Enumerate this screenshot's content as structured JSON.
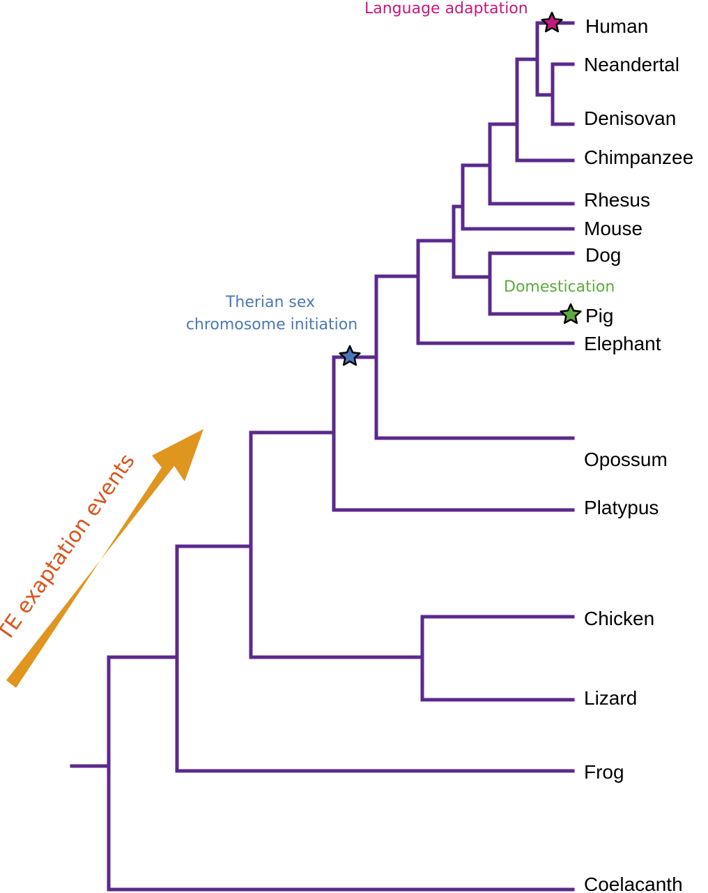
{
  "colors": {
    "branch": "#5B2A8C",
    "arrow": "#E0951E",
    "arrow_label": "#D9541E",
    "language": "#C8177E",
    "therian": "#4A78B8",
    "domestication": "#5EAA3F",
    "star_outline": "#000000"
  },
  "taxa": {
    "human": "Human",
    "neandertal": "Neandertal",
    "denisovan": "Denisovan",
    "chimpanzee": "Chimpanzee",
    "rhesus": "Rhesus",
    "mouse": "Mouse",
    "dog": "Dog",
    "pig": "Pig",
    "elephant": "Elephant",
    "opossum": "Opossum",
    "platypus": "Platypus",
    "chicken": "Chicken",
    "lizard": "Lizard",
    "frog": "Frog",
    "coelacanth": "Coelacanth"
  },
  "annotations": {
    "language": "Language adaptation",
    "therian_line1": "Therian sex",
    "therian_line2": "chromosome initiation",
    "domestication": "Domestication"
  },
  "arrow": {
    "label": "TE exaptation events"
  },
  "events": [
    {
      "name": "language-adaptation-star",
      "branch": "Human",
      "color_key": "language"
    },
    {
      "name": "therian-sex-chromosome-star",
      "branch": "Therian stem",
      "color_key": "therian"
    },
    {
      "name": "domestication-star",
      "branch": "Pig",
      "color_key": "domestication"
    }
  ]
}
